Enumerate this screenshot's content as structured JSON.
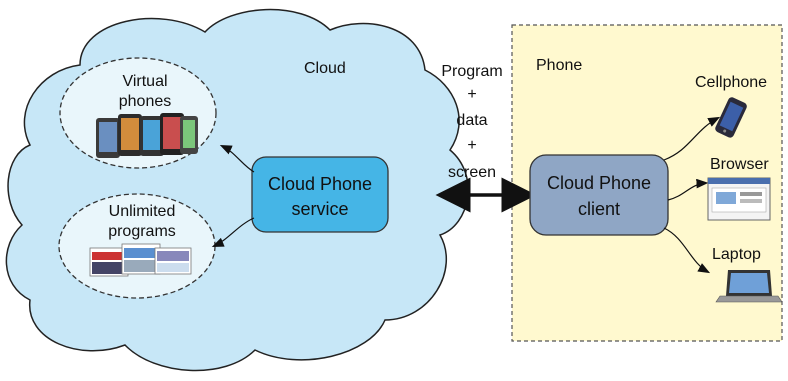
{
  "cloud": {
    "label": "Cloud"
  },
  "service": {
    "line1": "Cloud Phone",
    "line2": "service"
  },
  "virtual_phones": {
    "line1": "Virtual",
    "line2": "phones"
  },
  "unlimited_programs": {
    "line1": "Unlimited",
    "line2": "programs"
  },
  "link": {
    "line1": "Program",
    "line2": "+",
    "line3": "data",
    "line4": "+",
    "line5": "screen"
  },
  "phone": {
    "label": "Phone"
  },
  "client": {
    "line1": "Cloud Phone",
    "line2": "client"
  },
  "devices": [
    {
      "label": "Cellphone",
      "icon": "cellphone-icon"
    },
    {
      "label": "Browser",
      "icon": "browser-icon"
    },
    {
      "label": "Laptop",
      "icon": "laptop-icon"
    }
  ],
  "colors": {
    "cloud_fill": "#c7e7f7",
    "cloud_stroke": "#222222",
    "service_fill": "#45b5e6",
    "phone_fill": "#fff9cf",
    "client_fill": "#8fa6c5"
  }
}
